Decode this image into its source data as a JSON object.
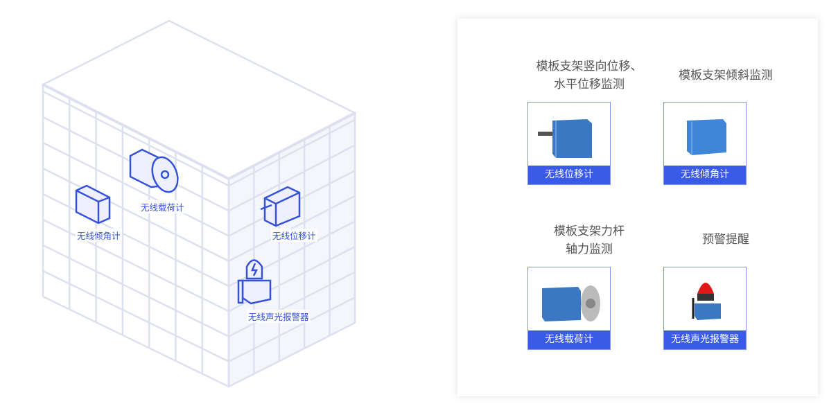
{
  "scene": {
    "labels": [
      "无线倾角计",
      "无线载荷计",
      "无线位移计",
      "无线声光报警器"
    ]
  },
  "panel": {
    "sections": [
      {
        "title_lines": [
          "模板支架竖向位移、",
          "水平位移监测"
        ],
        "product": "无线位移计"
      },
      {
        "title_lines": [
          "模板支架倾斜监测"
        ],
        "product": "无线倾角计"
      },
      {
        "title_lines": [
          "模板支架力杆",
          "轴力监测"
        ],
        "product": "无线载荷计"
      },
      {
        "title_lines": [
          "预警提醒"
        ],
        "product": "无线声光报警器"
      }
    ]
  },
  "colors": {
    "accent": "#3a5ae8",
    "icon": "#3552d6",
    "grid": "#dde1ef"
  }
}
